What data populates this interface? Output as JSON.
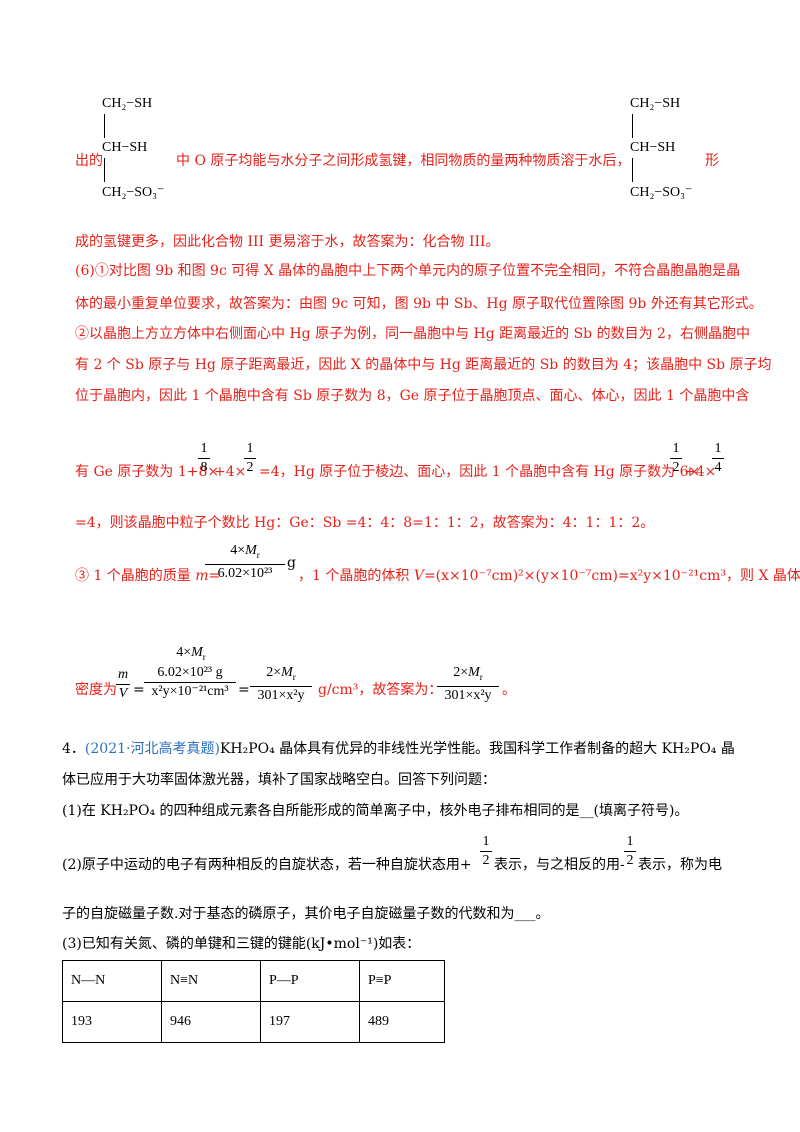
{
  "struct": {
    "r1": "CH₂−SH",
    "r2": "CH−SH",
    "r3": "CH₂−SO₃⁻"
  },
  "text": {
    "l1_a": "出的",
    "l1_b": "中 O 原子均能与水分子之间形成氢键，相同物质的量两种物质溶于水后，",
    "l1_c": "形",
    "l2": "成的氢键更多，因此化合物 III 更易溶于水，故答案为：化合物 III。",
    "l3": "(6)①对比图 9b 和图 9c 可得 X 晶体的晶胞中上下两个单元内的原子位置不完全相同，不符合晶胞晶胞是晶",
    "l4": "体的最小重复单位要求，故答案为：由图 9c 可知，图 9b 中 Sb、Hg 原子取代位置除图 9b 外还有其它形式。",
    "l5": "②以晶胞上方立方体中右侧面心中 Hg 原子为例，同一晶胞中与 Hg 距离最近的 Sb 的数目为 2，右侧晶胞中",
    "l6": "有 2 个 Sb 原子与 Hg 原子距离最近，因此 X 的晶体中与 Hg 距离最近的 Sb 的数目为 4；该晶胞中 Sb 原子均",
    "l7": "位于晶胞内，因此 1 个晶胞中含有 Sb 原子数为 8，Ge 原子位于晶胞顶点、面心、体心，因此 1 个晶胞中含",
    "l8_a": "有 Ge 原子数为 1+8×",
    "l8_b": "+4×",
    "l8_c": "=4，Hg 原子位于棱边、面心，因此 1 个晶胞中含有 Hg 原子数为 6×",
    "l8_d": "+4×",
    "l9": "=4，则该晶胞中粒子个数比 Hg：Ge：Sb =4：4：8=1：1：2，故答案为：4：1：1：2。",
    "l10_a": "③ 1 个晶胞的质量 ",
    "l10_m": "m",
    "l10_eq": "=",
    "l10_b": "，1 个晶胞的体积 ",
    "l10_V": "V",
    "l10_c": "=(x×10⁻⁷cm)²×(y×10⁻⁷cm)=x²y×10⁻²¹cm³，则 X 晶体的",
    "l11_a": "密度为",
    "l11_b": "g/cm³，故答案为：",
    "l11_end": "。",
    "q4_num": "4．",
    "q4_src": "(2021·河北高考真题)",
    "q4_a": "KH₂PO₄ 晶体具有优异的非线性光学性能。我国科学工作者制备的超大 KH₂PO₄ 晶",
    "q4_b": "体已应用于大功率固体激光器，填补了国家战略空白。回答下列问题：",
    "q4_1": "(1)在 KH₂PO₄ 的四种组成元素各自所能形成的简单离子中，核外电子排布相同的是__(填离子符号)。",
    "q4_2a": "(2)原子中运动的电子有两种相反的自旋状态，若一种自旋状态用+",
    "q4_2b": "表示，与之相反的用-",
    "q4_2c": "表示，称为电",
    "q4_2d": "子的自旋磁量子数.对于基态的磷原子，其价电子自旋磁量子数的代数和为___。",
    "q4_3": "(3)已知有关氮、磷的单键和三键的键能(kJ•mol⁻¹)如表："
  },
  "frac": {
    "one": "1",
    "eight": "8",
    "two": "2",
    "four": "4",
    "m_num_a": "4×",
    "Mr": "M",
    "r": "r",
    "g": "g",
    "avog": "6.02×10²³",
    "mV_m": "m",
    "mV_V": "V",
    "dens_den": "x²y×10⁻²¹cm³",
    "two_mr": "2×",
    "den301": "301×x²y"
  },
  "table": {
    "header": [
      "N—N",
      "N≡N",
      "P—P",
      "P≡P"
    ],
    "row": [
      "193",
      "946",
      "197",
      "489"
    ]
  }
}
